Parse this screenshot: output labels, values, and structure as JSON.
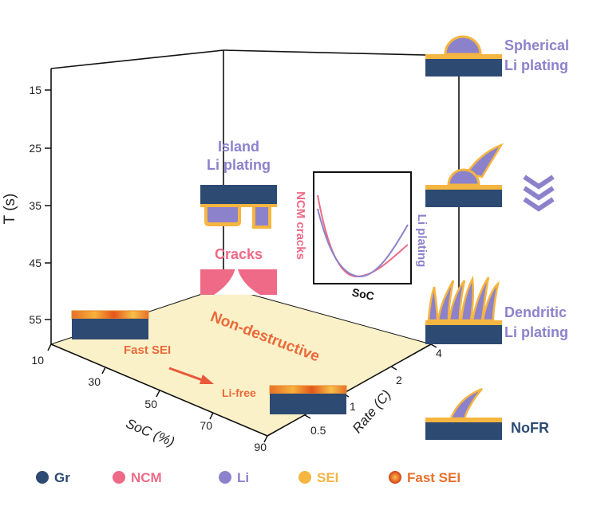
{
  "axes": {
    "t_label": "T (s)",
    "t_ticks": [
      "15",
      "25",
      "35",
      "45",
      "55"
    ],
    "soc_label": "SoC (%)",
    "soc_ticks": [
      "10",
      "30",
      "50",
      "70",
      "90"
    ],
    "rate_label": "Rate (C)",
    "rate_ticks": [
      "0.5",
      "1",
      "2",
      "4"
    ]
  },
  "regions": {
    "non_destructive": "Non-destructive",
    "fast_sei": "Fast SEI",
    "li_free": "Li-free"
  },
  "labels": {
    "island_line1": "Island",
    "island_line2": "Li plating",
    "cracks": "Cracks",
    "spherical_line1": "Spherical",
    "spherical_line2": "Li plating",
    "dendritic_line1": "Dendritic",
    "dendritic_line2": "Li plating",
    "nofr": "NoFR"
  },
  "inset": {
    "x_label": "SoC",
    "left_label": "NCM cracks",
    "right_label": "Li plating"
  },
  "legend": [
    {
      "label": "Gr",
      "color": "#2d4a72"
    },
    {
      "label": "NCM",
      "color": "#ee6a86"
    },
    {
      "label": "Li",
      "color": "#8c82cc"
    },
    {
      "label": "SEI",
      "color": "#f5b541"
    },
    {
      "label": "Fast SEI",
      "color": "#e8702a"
    }
  ],
  "colors": {
    "graphite": "#2d4a72",
    "ncm": "#ee6a86",
    "lithium": "#8c82cc",
    "sei": "#f5b541",
    "fast_sei": "#e8702a",
    "floor": "#fbf1c8"
  }
}
